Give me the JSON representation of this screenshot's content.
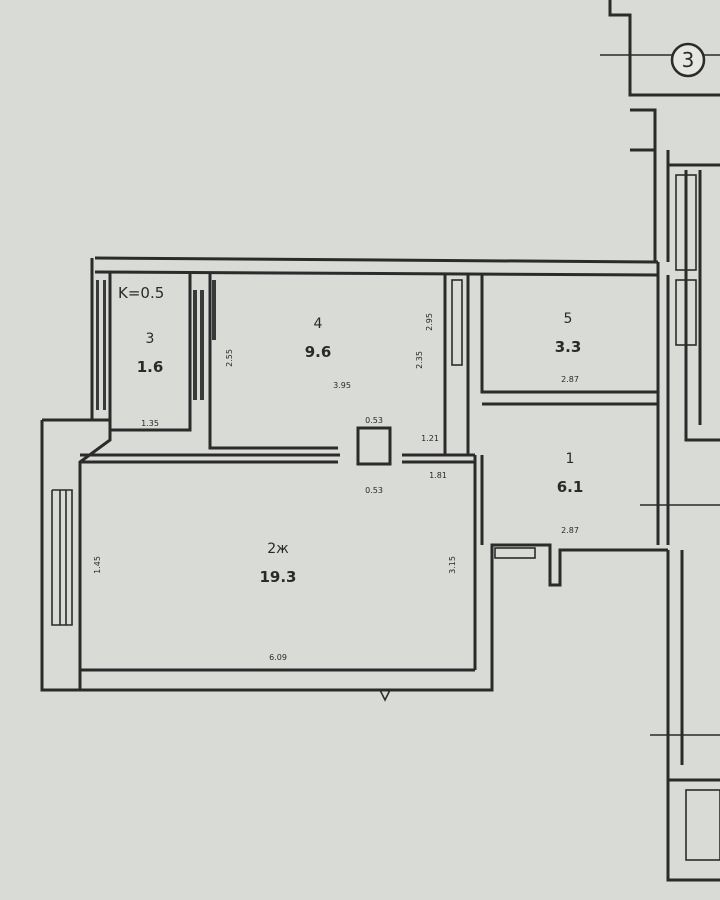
{
  "plan": {
    "coefficient_label": "K=0.5",
    "section_marker": "3",
    "rooms": [
      {
        "id": "room-1",
        "number": "1",
        "area": "6.1"
      },
      {
        "id": "room-2",
        "number": "2ж",
        "area": "19.3"
      },
      {
        "id": "room-3",
        "number": "3",
        "area": "1.6"
      },
      {
        "id": "room-4",
        "number": "4",
        "area": "9.6"
      },
      {
        "id": "room-5",
        "number": "5",
        "area": "3.3"
      }
    ],
    "dimensions": {
      "d1": "1.35",
      "d2": "3.95",
      "d3": "2.55",
      "d4": "2.35",
      "d5": "2.95",
      "d6": "0.53",
      "d7": "1.21",
      "d8": "2.87",
      "d9": "2.87",
      "d10": "6.09",
      "d11": "3.15",
      "d12": "0.53",
      "d13": "1.81",
      "d14": "1.45"
    }
  }
}
